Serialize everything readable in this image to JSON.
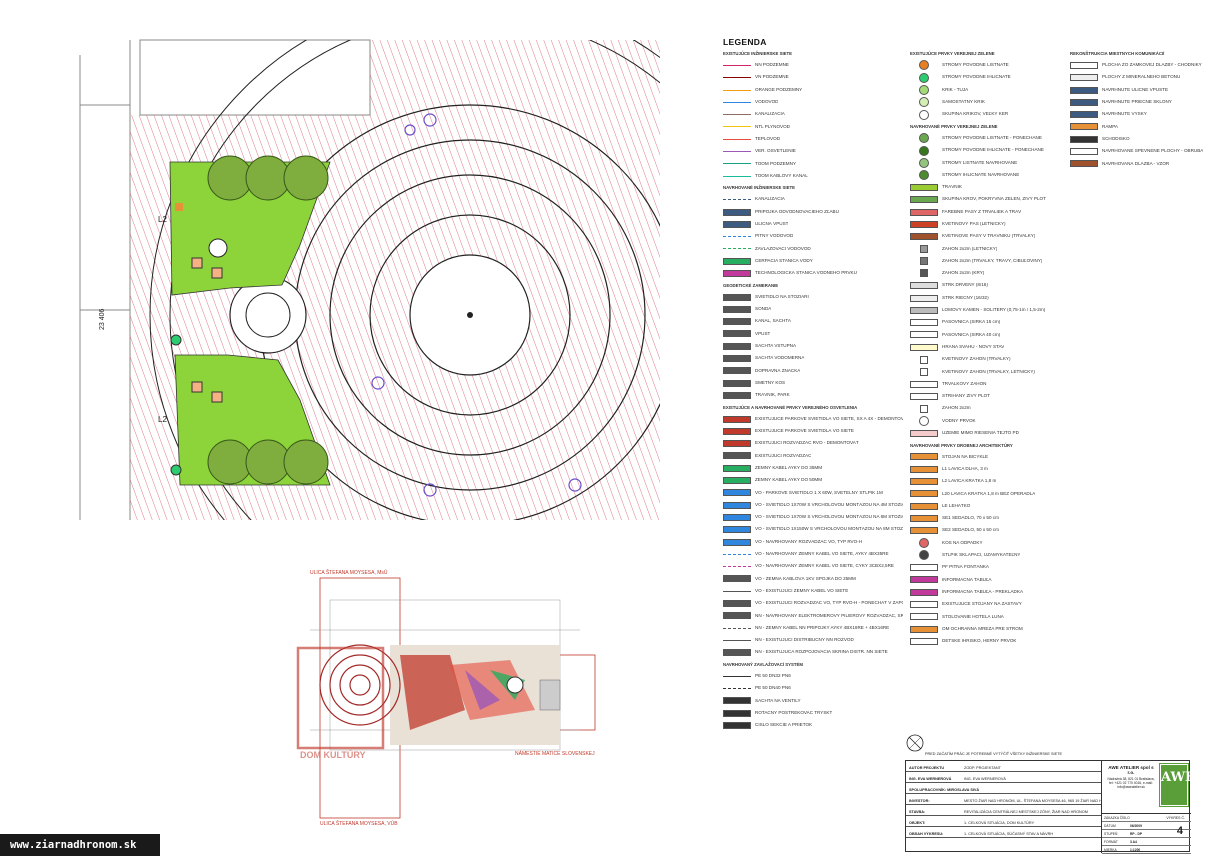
{
  "legend_title": "LEGENDA",
  "plan_labels": {
    "l2_top": "L2",
    "l2_bottom": "L2",
    "street_no": "23\n406"
  },
  "col1": [
    {
      "section": "EXISTUJÚCE INŽINIERSKE SIETE",
      "items": [
        {
          "label": "NN PODZEMNÉ",
          "sym": "line",
          "color": "#d0266e"
        },
        {
          "label": "VN PODZEMNÉ",
          "sym": "line",
          "color": "#8b0000"
        },
        {
          "label": "ORANGE PODZEMNÝ",
          "sym": "line",
          "color": "#f39c12"
        },
        {
          "label": "VODOVOD",
          "sym": "line",
          "color": "#2e86de"
        },
        {
          "label": "KANALIZÁCIA",
          "sym": "line",
          "color": "#8d6e63"
        },
        {
          "label": "NTL PLYNOVOD",
          "sym": "line",
          "color": "#f1c40f"
        },
        {
          "label": "TEPLOVOD",
          "sym": "line",
          "color": "#e74c3c"
        },
        {
          "label": "VER. OSVETLENIE",
          "sym": "line",
          "color": "#9b59b6"
        },
        {
          "label": "TOOM PODZEMNÝ",
          "sym": "line",
          "color": "#16a085"
        },
        {
          "label": "TOOM KÁBLOVÝ KANÁL",
          "sym": "line",
          "color": "#1abc9c"
        }
      ]
    },
    {
      "section": "NAVRHOVANÉ INŽINIERSKE SIETE",
      "items": [
        {
          "label": "KANALIZÁCIA",
          "sym": "dash",
          "color": "#3d5a80"
        },
        {
          "label": "PRÍPOJKA ODVODŇOVACIEHO ŽĽABU",
          "sym": "box",
          "color": "#3d5a80"
        },
        {
          "label": "ULIČNÁ VPUSŤ",
          "sym": "box",
          "color": "#3d5a80"
        },
        {
          "label": "PITNÝ VODOVOD",
          "sym": "dash",
          "color": "#2e86de"
        },
        {
          "label": "ZAVLAŽOVACÍ VODOVOD",
          "sym": "dash",
          "color": "#27ae60"
        },
        {
          "label": "ČERPACIA STANICA VODY",
          "sym": "box",
          "color": "#27ae60"
        },
        {
          "label": "TECHNOLOGICKÁ STANICA VODNÉHO PRVKU",
          "sym": "box",
          "color": "#c0399b"
        }
      ]
    },
    {
      "section": "GEODETICKÉ ZAMERANIE",
      "items": [
        {
          "label": "SVIETIDLO NA STOŽIARI",
          "sym": "box",
          "color": "#555"
        },
        {
          "label": "SONDA",
          "sym": "box",
          "color": "#555"
        },
        {
          "label": "KANÁL, ŠACHTA",
          "sym": "box",
          "color": "#555"
        },
        {
          "label": "VPUSŤ",
          "sym": "box",
          "color": "#555"
        },
        {
          "label": "ŠACHTA VSTUPNÁ",
          "sym": "box",
          "color": "#555"
        },
        {
          "label": "ŠACHTA VODOMERNÁ",
          "sym": "box",
          "color": "#555"
        },
        {
          "label": "DOPRAVNÁ ZNAČKA",
          "sym": "box",
          "color": "#555"
        },
        {
          "label": "SMETNÝ KÔŠ",
          "sym": "box",
          "color": "#555"
        },
        {
          "label": "TRÁVNIK, PARK",
          "sym": "box",
          "color": "#555"
        }
      ]
    },
    {
      "section": "EXISTUJÚCE A NAVRHOVANÉ PRVKY VEREJNÉHO OSVETLENIA",
      "items": [
        {
          "label": "EXISTUJÚCE PARKOVÉ SVIETIDLÁ VO SIETE, SX A 4X - DEMONTOVAŤ",
          "sym": "box",
          "color": "#c0392b"
        },
        {
          "label": "EXISTUJÚCE PARKOVÉ SVIETIDLÁ VO SIETE",
          "sym": "box",
          "color": "#c0392b"
        },
        {
          "label": "EXISTUJÚCI ROZVÁDZAČ RVO - DEMONTOVAŤ",
          "sym": "box",
          "color": "#c0392b"
        },
        {
          "label": "EXISTUJÚCI ROZVÁDZAČ",
          "sym": "box",
          "color": "#555"
        },
        {
          "label": "ZEMNÝ KÁBEL AYKY DO 35MM",
          "sym": "box",
          "color": "#27ae60"
        },
        {
          "label": "ZEMNÝ KÁBEL AYKY DO 50MM",
          "sym": "box",
          "color": "#27ae60"
        },
        {
          "label": "VO - PARKOVÉ SVIETIDLO 1 X 60W, SVETELNÝ STĹPIK 1M",
          "sym": "box",
          "color": "#2e86de"
        },
        {
          "label": "VO - SVIETIDLO 1X70W S VRCHOLOVOU MONTÁŽOU NA 4M STOŽIAR",
          "sym": "box",
          "color": "#2e86de"
        },
        {
          "label": "VO - SVIETIDLO 1X70W S VRCHOLOVOU MONTÁŽOU NA 6M STOŽIAR",
          "sym": "box",
          "color": "#2e86de"
        },
        {
          "label": "VO - SVIETIDLO 1X150W S VRCHOLOVOU MONTÁŽOU NA 8M STOŽIAR",
          "sym": "box",
          "color": "#2e86de"
        },
        {
          "label": "VO - NAVRHOVANÝ ROZVÁDZAČ VO, TYP RVO-H",
          "sym": "box",
          "color": "#2e86de"
        },
        {
          "label": "VO - NAVRHOVANÝ ZEMNÝ KÁBEL VO SIETE, AYKY 4BX35RE",
          "sym": "dash",
          "color": "#2e86de"
        },
        {
          "label": "VO - NAVRHOVANÝ ZEMNÝ KÁBEL VO SIETE, CYKY 3CBX2,5RE",
          "sym": "dash",
          "color": "#c0399b"
        },
        {
          "label": "VO - ZEMNÁ KÁBLOVÁ 1KV SPOJKA DO 25MM",
          "sym": "box",
          "color": "#555"
        },
        {
          "label": "VO - EXISTUJÚCI ZEMNÝ KÁBEL VO SIETE",
          "sym": "line",
          "color": "#555"
        },
        {
          "label": "VO - EXISTUJÚCI ROZVÁDZAČ VO, TYP RVO-H - PONECHAŤ V ZAPOJENÍ",
          "sym": "box",
          "color": "#555"
        },
        {
          "label": "NN - NAVRHOVANÝ ELEKTROMEROVÝ PILIEROVÝ ROZVÁDZAČ, SR/P1, 3X35A",
          "sym": "box",
          "color": "#555"
        },
        {
          "label": "NN - ZEMNÝ KÁBEL NN PRÍPOJKY AYKY 4BX16RE + 4BX16RE",
          "sym": "dash",
          "color": "#555"
        },
        {
          "label": "NN - EXISTUJÚCI DISTRIBUČNÝ NN ROZVOD",
          "sym": "line",
          "color": "#555"
        },
        {
          "label": "NN - EXISTUJÚCA ROZPOJOVACIA SKRIŇA DISTR. NN SIETE",
          "sym": "box",
          "color": "#555"
        }
      ]
    },
    {
      "section": "NAVRHOVANÝ ZAVLAŽOVACÍ SYSTÉM",
      "items": [
        {
          "label": "PE 50 DN32 PN6",
          "sym": "line",
          "color": "#333"
        },
        {
          "label": "PE 50 DN40 PN6",
          "sym": "dash",
          "color": "#333"
        },
        {
          "label": "ŠACHTA NA VENTILY",
          "sym": "box",
          "color": "#333"
        },
        {
          "label": "ROTAČNÝ POSTREKOVAČ TRYSKT",
          "sym": "box",
          "color": "#333"
        },
        {
          "label": "ČÍSLO SEKCIE A PRIETOK",
          "sym": "box",
          "color": "#333"
        }
      ]
    }
  ],
  "col2": [
    {
      "section": "EXISTUJÚCE PRVKY VEREJNEJ ZELENE",
      "items": [
        {
          "label": "STROMY PÔVODNÉ LISTNATÉ",
          "sym": "circle",
          "color": "#e67e22"
        },
        {
          "label": "STROMY PÔVODNÉ IHLIČNATÉ",
          "sym": "circle",
          "color": "#2ecc71"
        },
        {
          "label": "KRÍK - TUJA",
          "sym": "circle",
          "color": "#a3d977"
        },
        {
          "label": "SAMOSTATNÝ KRÍK",
          "sym": "circle",
          "color": "#d4efb4"
        },
        {
          "label": "SKUPINA KRÍKOV, VEĽKÝ KER",
          "sym": "circle",
          "color": "#ffffff"
        }
      ]
    },
    {
      "section": "NAVRHOVANÉ PRVKY VEREJNEJ ZELENE",
      "items": [
        {
          "label": "STROMY PÔVODNÉ LISTNATÉ - PONECHANÉ",
          "sym": "circle",
          "color": "#6aa84f"
        },
        {
          "label": "STROMY PÔVODNÉ IHLIČNATÉ - PONECHANÉ",
          "sym": "circle",
          "color": "#38761d"
        },
        {
          "label": "STROMY LISTNATÉ NAVRHOVANÉ",
          "sym": "circle",
          "color": "#93c47d"
        },
        {
          "label": "STROMY IHLIČNATÉ NAVRHOVANÉ",
          "sym": "circle",
          "color": "#4e8a2e"
        },
        {
          "label": "TRÁVNIK",
          "sym": "box",
          "color": "#9acd32"
        },
        {
          "label": "SKUPINA KROV, POKRYVNÁ ZELEŇ, ŽIVÝ PLOT",
          "sym": "box",
          "color": "#6aa84f"
        },
        {
          "label": "FAREBNÉ PÁSY Z TRVALIEK A TRÁV",
          "sym": "box",
          "color": "#e06666"
        },
        {
          "label": "KVETINOVÝ PÁS (LETNIČKY)",
          "sym": "box",
          "color": "#cc4125"
        },
        {
          "label": "KVETINOVÉ PÁSY V TRÁVNIKU (TRVALKY)",
          "sym": "box",
          "color": "#a0522d"
        },
        {
          "label": "ZÁHON 2x2m (LETNIČKY)",
          "sym": "sq",
          "color": "#999"
        },
        {
          "label": "ZÁHON 2x2m (TRVALKY, TRÁVY, CIBUĽOVINY)",
          "sym": "sq",
          "color": "#777"
        },
        {
          "label": "ZÁHON 2x2m (KRY)",
          "sym": "sq",
          "color": "#555"
        },
        {
          "label": "ŠTRK DRVENÝ (8/16)",
          "sym": "box",
          "color": "#ddd"
        },
        {
          "label": "ŠTRK RIEČNY (16/32)",
          "sym": "box",
          "color": "#eee"
        },
        {
          "label": "LOMOVÝ KAMEŇ - SOLITÉRY (0,75-1m / 1,5-2m)",
          "sym": "box",
          "color": "#bbb"
        },
        {
          "label": "PÁSOVNICA (ŠÍRKA 15 cm)",
          "sym": "box",
          "color": "#fff"
        },
        {
          "label": "PÁSOVNICA (ŠÍRKA 40 cm)",
          "sym": "box",
          "color": "#fff"
        },
        {
          "label": "HRANA SVAHU - NOVÝ STAV",
          "sym": "box",
          "color": "#fffbcc"
        },
        {
          "label": "KVETINOVÝ ZÁHON (TRVALKY)",
          "sym": "sq",
          "color": "#fff"
        },
        {
          "label": "KVETINOVÝ ZÁHON (TRVALKY, LETNIČKY)",
          "sym": "sq",
          "color": "#fff"
        },
        {
          "label": "TRVALKOVÝ ZÁHON",
          "sym": "box",
          "color": "#fff"
        },
        {
          "label": "STRIHANÝ ŽIVÝ PLOT",
          "sym": "box",
          "color": "#fff"
        },
        {
          "label": "ZÁHON 2x2m",
          "sym": "sq",
          "color": "#fff"
        },
        {
          "label": "VODNÝ PRVOK",
          "sym": "circle",
          "color": "#fff"
        },
        {
          "label": "ÚZEMIE MIMO RIEŠENIA TEJTO PD",
          "sym": "box",
          "color": "#f4cccc"
        }
      ]
    },
    {
      "section": "NAVRHOVANÉ PRVKY DROBNEJ ARCHITEKTÚRY",
      "items": [
        {
          "label": "STOJAN NA BICYKLE",
          "sym": "box",
          "color": "#e69138"
        },
        {
          "label": "L1    LAVICA DLHÁ, 3 m",
          "sym": "box",
          "color": "#e69138"
        },
        {
          "label": "L2    LAVICA KRÁTKA 1,8 m",
          "sym": "box",
          "color": "#e69138"
        },
        {
          "label": "L20   LAVICA KRÁTKA 1,8 m BEZ OPERADLA",
          "sym": "box",
          "color": "#e69138"
        },
        {
          "label": "LE    LEHÁTKO",
          "sym": "box",
          "color": "#e69138"
        },
        {
          "label": "SE1   SEDADLO, 70 x 50 cm",
          "sym": "box",
          "color": "#e69138"
        },
        {
          "label": "SE2   SEDADLO, 50 x 50 cm",
          "sym": "box",
          "color": "#e69138"
        },
        {
          "label": "KÔŠ NA ODPADKY",
          "sym": "circle",
          "color": "#e06666"
        },
        {
          "label": "STĹPIK SKLÁPACÍ, UZAMYKATEĽNÝ",
          "sym": "circle",
          "color": "#444"
        },
        {
          "label": "PF    PITNÁ FONTÁNKA",
          "sym": "box",
          "color": "#fff"
        },
        {
          "label": "INFORMAČNÁ TABUĽA",
          "sym": "box",
          "color": "#c0399b"
        },
        {
          "label": "INFORMAČNÁ TABUĽA - PREKLÁDKA",
          "sym": "box",
          "color": "#c0399b"
        },
        {
          "label": "EXISTUJÚCE STOJANY NA ZÁSTAVY",
          "sym": "box",
          "color": "#fff"
        },
        {
          "label": "STOLOVANIE HOTELA LUNA",
          "sym": "box",
          "color": "#fff"
        },
        {
          "label": "OM    OCHRANNÁ MREŽA PRE STROM",
          "sym": "box",
          "color": "#e69138"
        },
        {
          "label": "DETSKÉ IHRISKO, HERNÝ PRVOK",
          "sym": "box",
          "color": "#fff"
        }
      ]
    }
  ],
  "col3": [
    {
      "section": "REKONŠTRUKCIA MIESTNYCH KOMUNIKÁCIÍ",
      "items": [
        {
          "label": "PLOCHA ZO ZÁMKOVEJ DLAŽBY - CHODNÍKY",
          "sym": "box",
          "color": "#fff"
        },
        {
          "label": "PLOCHY Z MINERÁLNEHO BETÓNU",
          "sym": "box",
          "color": "#eee"
        },
        {
          "label": "NAVRHNUTÉ ULIČNÉ VPUSTE",
          "sym": "box",
          "color": "#3d5a80"
        },
        {
          "label": "NAVRHNUTÉ PRIEČNE SKLONY",
          "sym": "box",
          "color": "#3d5a80"
        },
        {
          "label": "NAVRHNUTÉ VÝŠKY",
          "sym": "box",
          "color": "#3d5a80"
        },
        {
          "label": "RAMPA",
          "sym": "box",
          "color": "#e69138"
        },
        {
          "label": "SCHODISKO",
          "sym": "box",
          "color": "#333"
        },
        {
          "label": "NAVRHOVANÉ SPEVNENÉ PLOCHY - OBRUBA",
          "sym": "box",
          "color": "#fff"
        },
        {
          "label": "NAVRHOVANÁ DLAŽBA - VZOR",
          "sym": "box",
          "color": "#a0522d"
        }
      ]
    }
  ],
  "overview": {
    "top_label": "ULICA ŠTEFANA MOYSESA, MsÚ",
    "right_label": "NÁMESTIE MATICE SLOVENSKEJ",
    "bottom_label": "ULICA ŠTEFANA MOYSESA, VÚB",
    "overlay_label": "DOM KULTÚRY"
  },
  "north_note": "PRED ZAČATÍM PRÁC JE POTREBNÉ VYTÝČIŤ VŠETKY INŽINIERSKE SIETE",
  "titleblock": {
    "rows": [
      {
        "key": "AUTOR PROJEKTU",
        "val": "ZODP. PROJEKTANT"
      },
      {
        "key": "ING. EVA WERNEROVÁ",
        "val": "ING. EVA WERNEROVÁ"
      },
      {
        "key": "SPOLUPRACOVNÍK: MIROSLAVA SIVÁ",
        "val": ""
      },
      {
        "key": "INVESTOR:",
        "val": "MESTO ŽIAR NAD HRONOM, UL. ŠTEFANA MOYSESA 46, 965 19 ŽIAR NAD HRONOM"
      },
      {
        "key": "STAVBA:",
        "val": "REVITALIZÁCIA CENTRÁLNEJ MESTSKEJ ZÓNY, ŽIAR NAD HRONOM"
      },
      {
        "key": "OBJEKT:",
        "val": "1. CELKOVÁ SITUÁCIA, DOM KULTÚRY"
      },
      {
        "key": "OBSAH VÝKRESU:",
        "val": "1. CELKOVÁ SITUÁCIA, SÚČASNÝ STAV A NÁVRH"
      }
    ],
    "office_name": "AWE ATELIER spol s r.o.",
    "office_addr": "Nádražná 38, 821 01 Bratislava, tel: +421 02 770 4016, e-mail: info@aweatelier.sk",
    "logo_text": "AWE",
    "meta": [
      {
        "key": "ZÁKAZKA ČÍSLO",
        "val": ""
      },
      {
        "key": "DÁTUM",
        "val": "06/2009"
      },
      {
        "key": "STUPEŇ",
        "val": "RP - DP"
      },
      {
        "key": "FORMÁT",
        "val": "3 A4"
      },
      {
        "key": "MIERKA",
        "val": "1:1200"
      }
    ],
    "drawing_no_label": "VÝKRES Č.",
    "drawing_no": "4"
  },
  "watermark": "www.ziarnadhronom.sk"
}
